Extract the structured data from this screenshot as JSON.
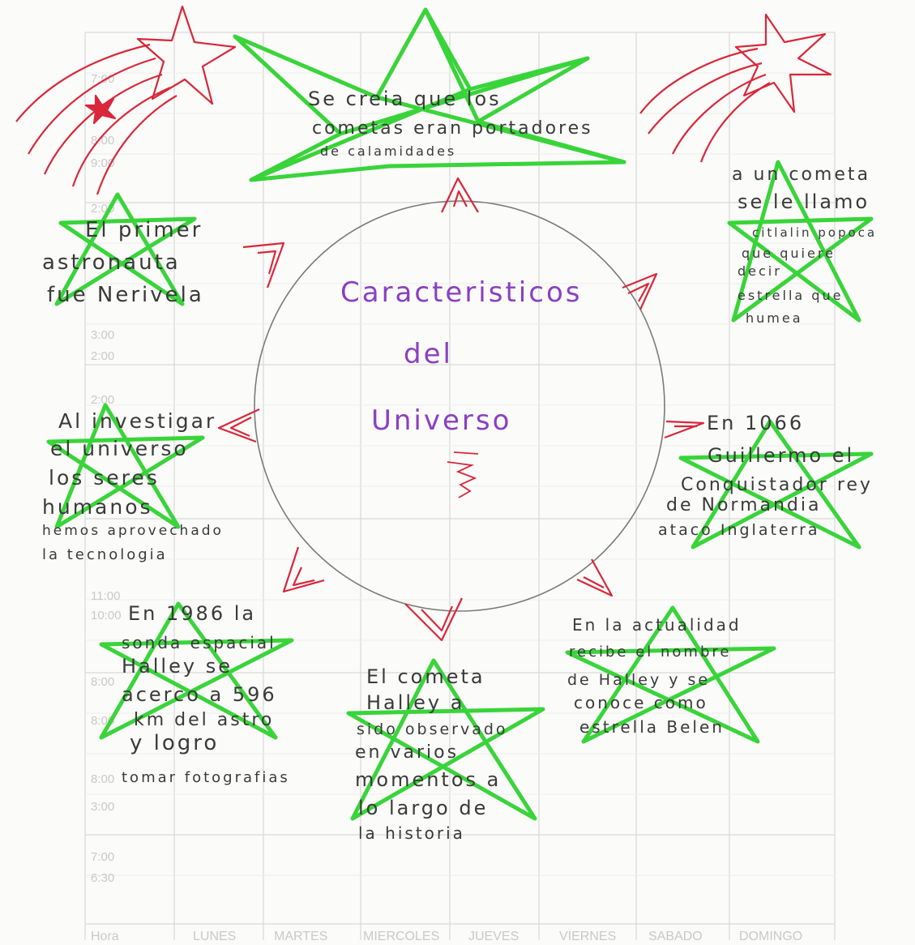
{
  "center": {
    "lines": [
      "Caracteristicos",
      "del",
      "Universo"
    ]
  },
  "notes": {
    "top": [
      "Se creia que los",
      "cometas eran portadores",
      "de calamidades"
    ],
    "top_right": [
      "a un cometa",
      "se le llamo",
      "citlalin popoca",
      "que quiere",
      "decir",
      "estrella que",
      "humea"
    ],
    "left_top": [
      "El primer",
      "astronauta",
      "fue Nerivela"
    ],
    "left_mid": [
      "Al investigar",
      "el universo",
      "los seres",
      "humanos",
      "hemos aprovechado",
      "la tecnologia"
    ],
    "right_mid": [
      "En 1066",
      "Guillermo el",
      "Conquistador rey",
      "de Normandia",
      "ataco Inglaterra"
    ],
    "bottom_left": [
      "En 1986 la",
      "sonda espacial",
      "Halley se",
      "acerco a 596",
      "km del astro",
      "y logro",
      "tomar fotografias"
    ],
    "bottom_center": [
      "El cometa",
      "Halley a",
      "sido observado",
      "en varios",
      "momentos a",
      "lo largo de",
      "la historia"
    ],
    "bottom_right": [
      "En la actualidad",
      "recibe el nombre",
      "de Halley y se",
      "conoce como",
      "estrella Belen"
    ]
  },
  "schedule": {
    "days": [
      "Hora",
      "LUNES",
      "MARTES",
      "MIERCOLES",
      "JUEVES",
      "VIERNES",
      "SABADO",
      "DOMINGO"
    ],
    "times": [
      "7:00",
      "8:00",
      "9:00",
      "2:00",
      "3:00",
      "2:00",
      "2:00",
      "11:00",
      "10:00",
      "8:00",
      "8:00",
      "8:00",
      "3:00",
      "7:00",
      "6:30"
    ]
  },
  "colors": {
    "ink": "#3a3a3a",
    "purple": "#8a3fc4",
    "red": "#d8283a",
    "green": "#39d43a",
    "grid": "#d4d4d4"
  }
}
